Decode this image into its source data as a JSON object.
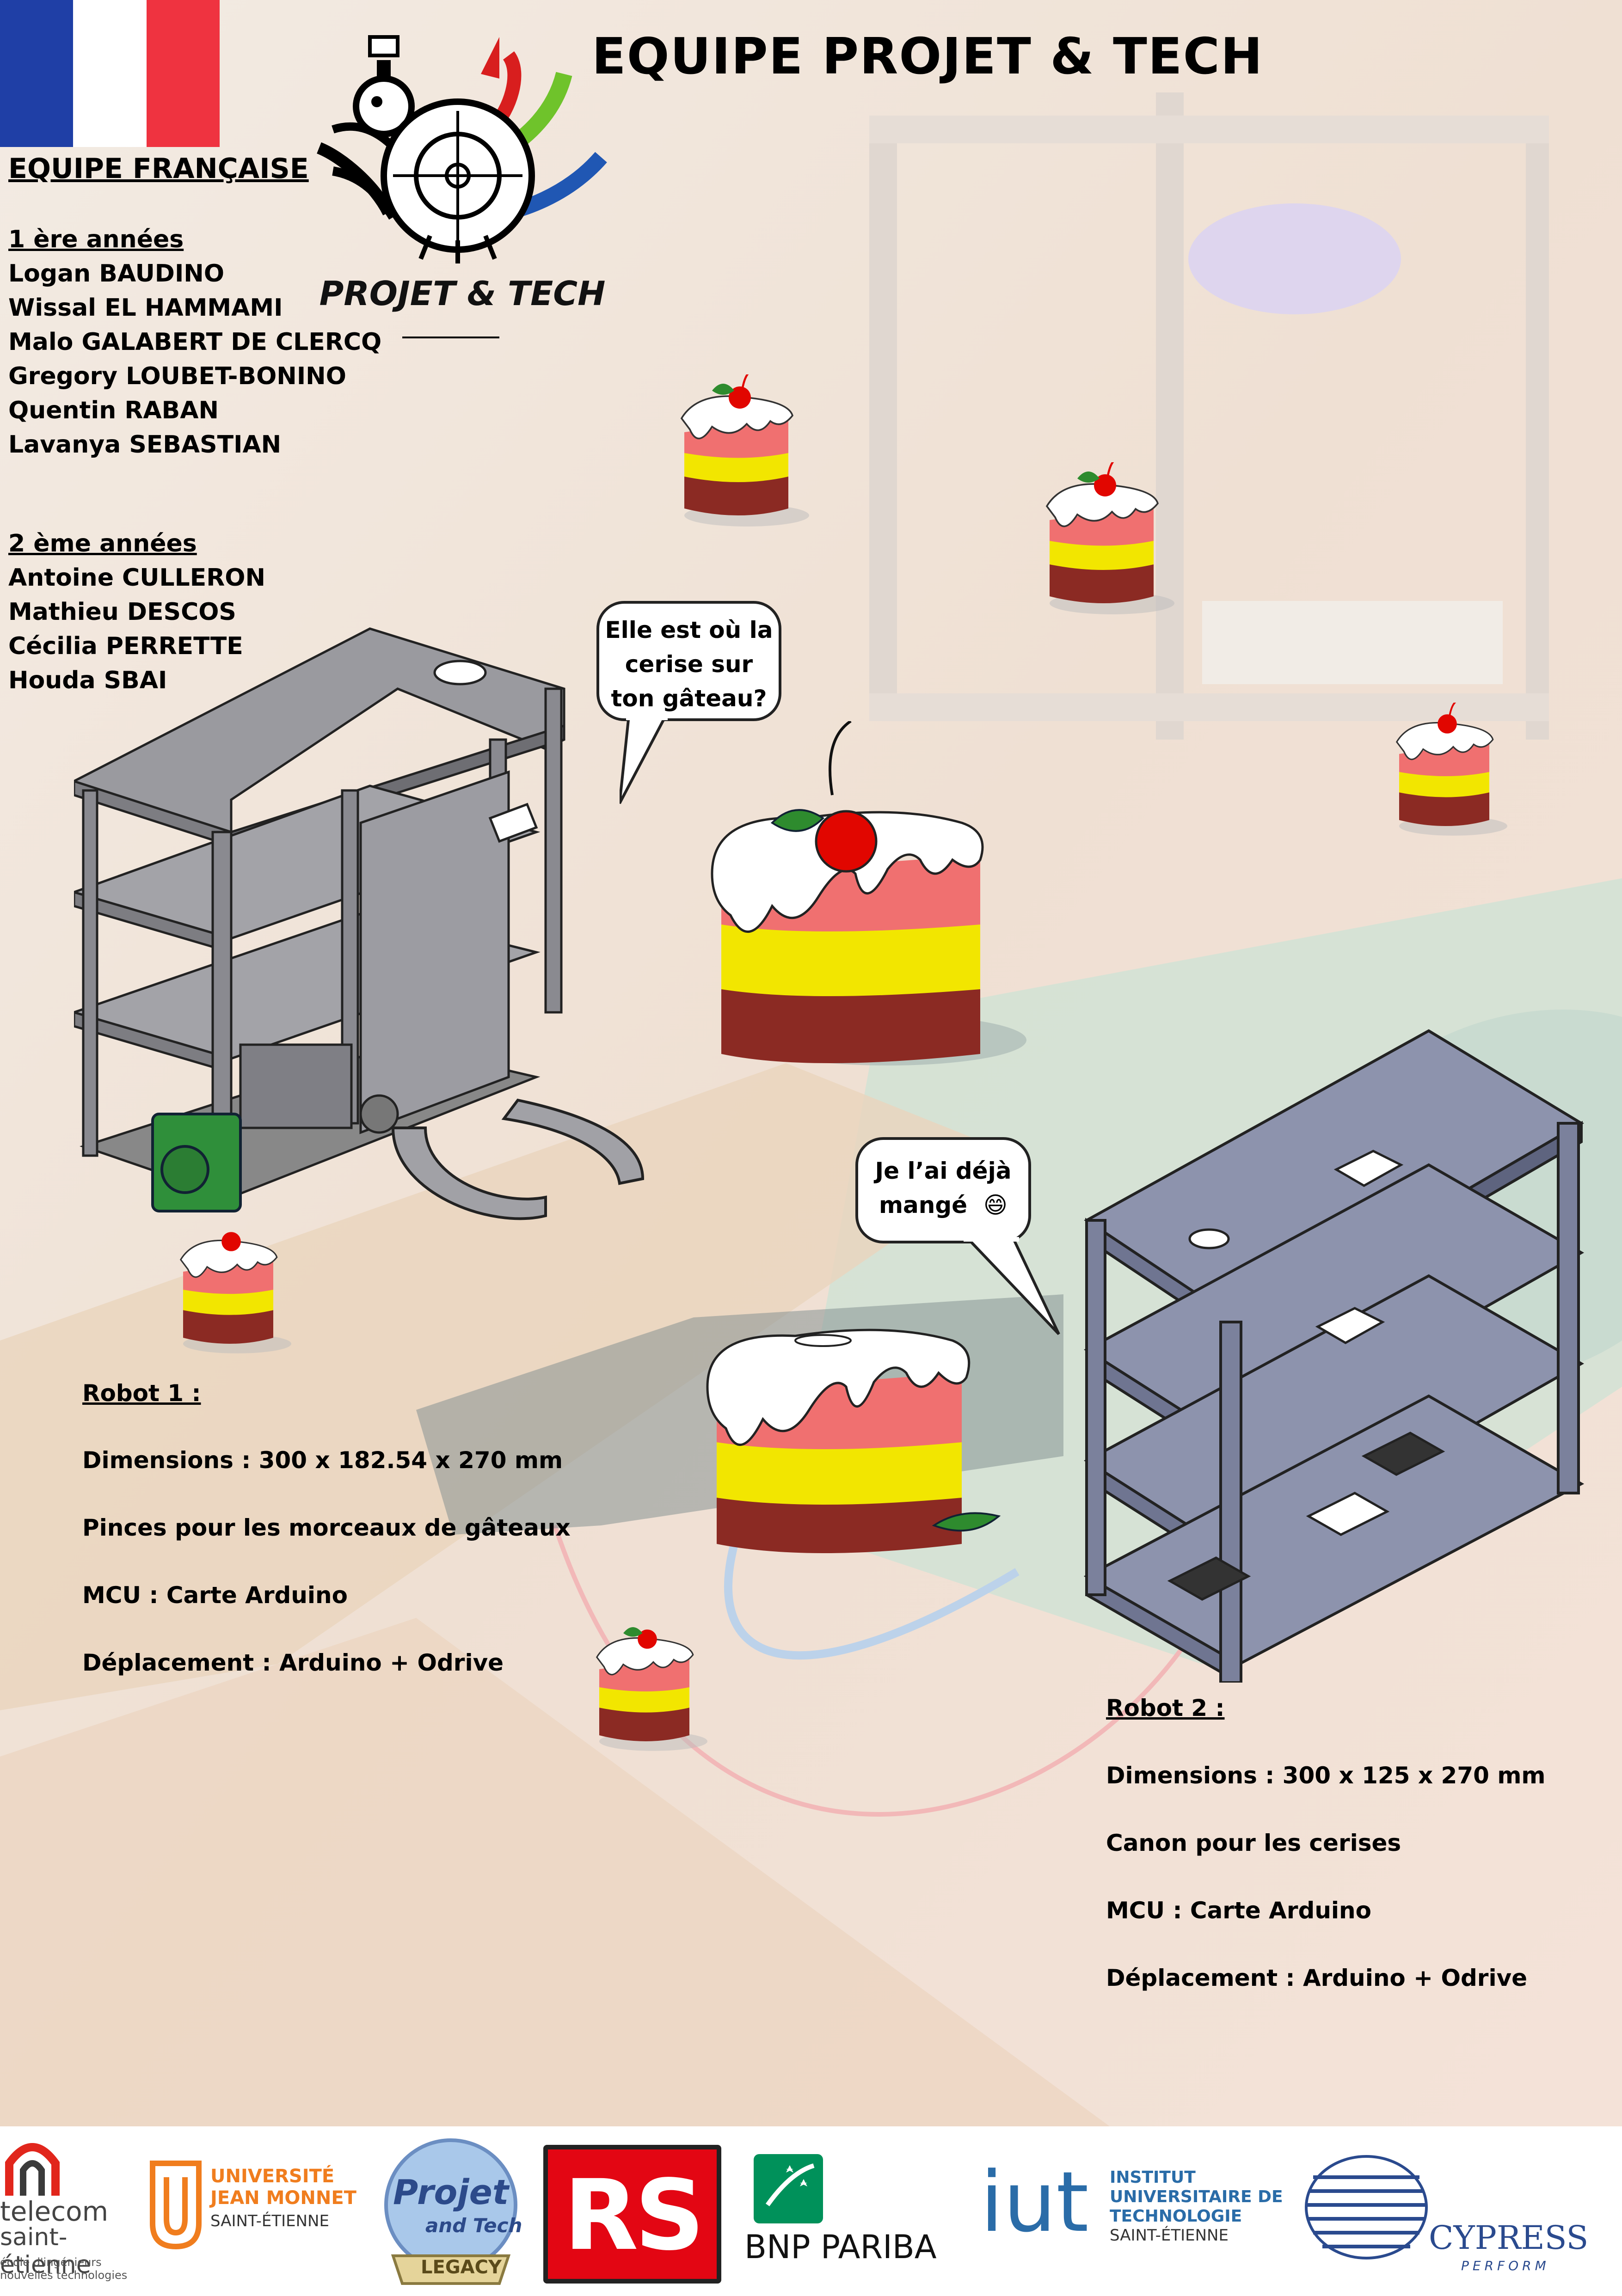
{
  "header": {
    "title": "EQUIPE PROJET & TECH"
  },
  "flag": {
    "colors": [
      "#1f3fa6",
      "#ffffff",
      "#ef3340"
    ]
  },
  "logo": {
    "text": "PROJET & TECH"
  },
  "team": {
    "heading": "EQUIPE FRANÇAISE",
    "years": [
      {
        "label": "1 ère années",
        "members": [
          "Logan BAUDINO",
          "Wissal EL HAMMAMI",
          "Malo GALABERT DE CLERCQ",
          "Gregory LOUBET-BONINO",
          "Quentin RABAN",
          "Lavanya SEBASTIAN"
        ]
      },
      {
        "label": "2 ème années",
        "members": [
          "Antoine CULLERON",
          "Mathieu DESCOS",
          "Cécilia PERRETTE",
          "Houda SBAI"
        ]
      }
    ]
  },
  "bubbles": {
    "question": [
      "Elle est où la",
      "cerise sur",
      "ton gâteau?"
    ],
    "answer_line1": "Je l’ai déjà",
    "answer_line2": "mangé",
    "answer_emoji": "😄"
  },
  "robot1": {
    "title": "Robot 1 :",
    "lines": [
      "Dimensions : 300 x 182.54 x 270 mm",
      "Pinces pour les morceaux de gâteaux",
      "MCU : Carte Arduino",
      "Déplacement : Arduino + Odrive"
    ]
  },
  "robot2": {
    "title": "Robot 2 :",
    "lines": [
      "Dimensions : 300 x 125 x 270 mm",
      "Canon pour les cerises",
      "MCU : Carte Arduino",
      "Déplacement : Arduino + Odrive"
    ]
  },
  "sponsors": {
    "telecom": {
      "line1": "telecom",
      "line2": "saint-étienne",
      "line3": "école d'ingénieurs",
      "line4": "nouvelles technologies"
    },
    "ujm": {
      "line1": "UNIVERSITÉ",
      "line2": "JEAN MONNET",
      "line3": "SAINT-ÉTIENNE"
    },
    "legacy": {
      "line1": "Projet",
      "line2": "and Tech",
      "line3": "LEGACY"
    },
    "rs": {
      "text": "RS"
    },
    "bnp": {
      "text": "BNP PARIBA"
    },
    "iut": {
      "short": "iut",
      "line1": "INSTITUT",
      "line2": "UNIVERSITAIRE DE",
      "line3": "TECHNOLOGIE",
      "line4": "SAINT-ÉTIENNE"
    },
    "cypress": {
      "line1": "CYPRESS",
      "line2": "PERFORM"
    }
  },
  "colors": {
    "cake_red": "#8b2a23",
    "cake_yellow": "#f2e600",
    "cake_pink": "#f07070",
    "cherry": "#e10600",
    "leaf": "#2e8b2e",
    "robot_gray": "#8e8e96",
    "robot2_blue": "#8d93ad"
  }
}
